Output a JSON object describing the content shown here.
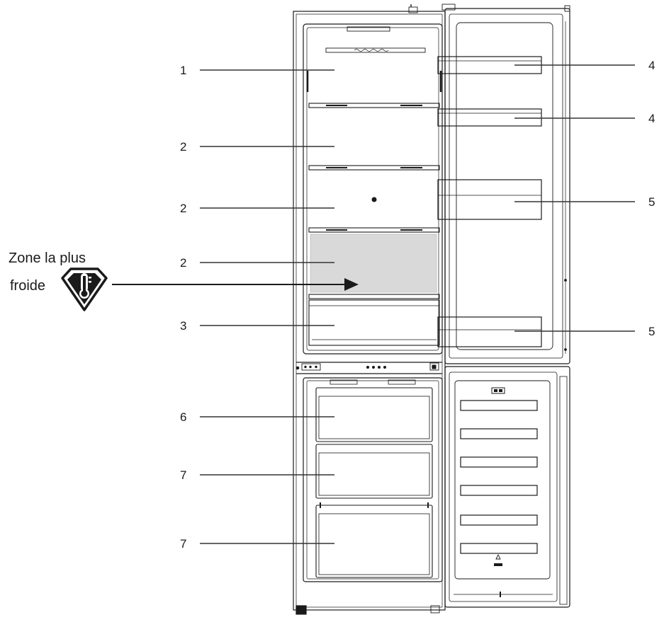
{
  "callouts": {
    "left": [
      {
        "id": "c1",
        "number": "1"
      },
      {
        "id": "c2a",
        "number": "2"
      },
      {
        "id": "c2b",
        "number": "2"
      },
      {
        "id": "c2c",
        "number": "2"
      },
      {
        "id": "c3",
        "number": "3"
      },
      {
        "id": "c6",
        "number": "6"
      },
      {
        "id": "c7a",
        "number": "7"
      },
      {
        "id": "c7b",
        "number": "7"
      }
    ],
    "right": [
      {
        "id": "c4a",
        "number": "4"
      },
      {
        "id": "c4b",
        "number": "4"
      },
      {
        "id": "c5a",
        "number": "5"
      },
      {
        "id": "c5b",
        "number": "5"
      }
    ]
  },
  "coldest_zone": {
    "line1": "Zone la plus",
    "line2": "froide",
    "highlight_color": "#d9d9d9",
    "icon": "coldest-zone-thermometer-icon"
  },
  "colors": {
    "outline": "#1a1a1a",
    "line": "#333333",
    "background": "#ffffff"
  }
}
